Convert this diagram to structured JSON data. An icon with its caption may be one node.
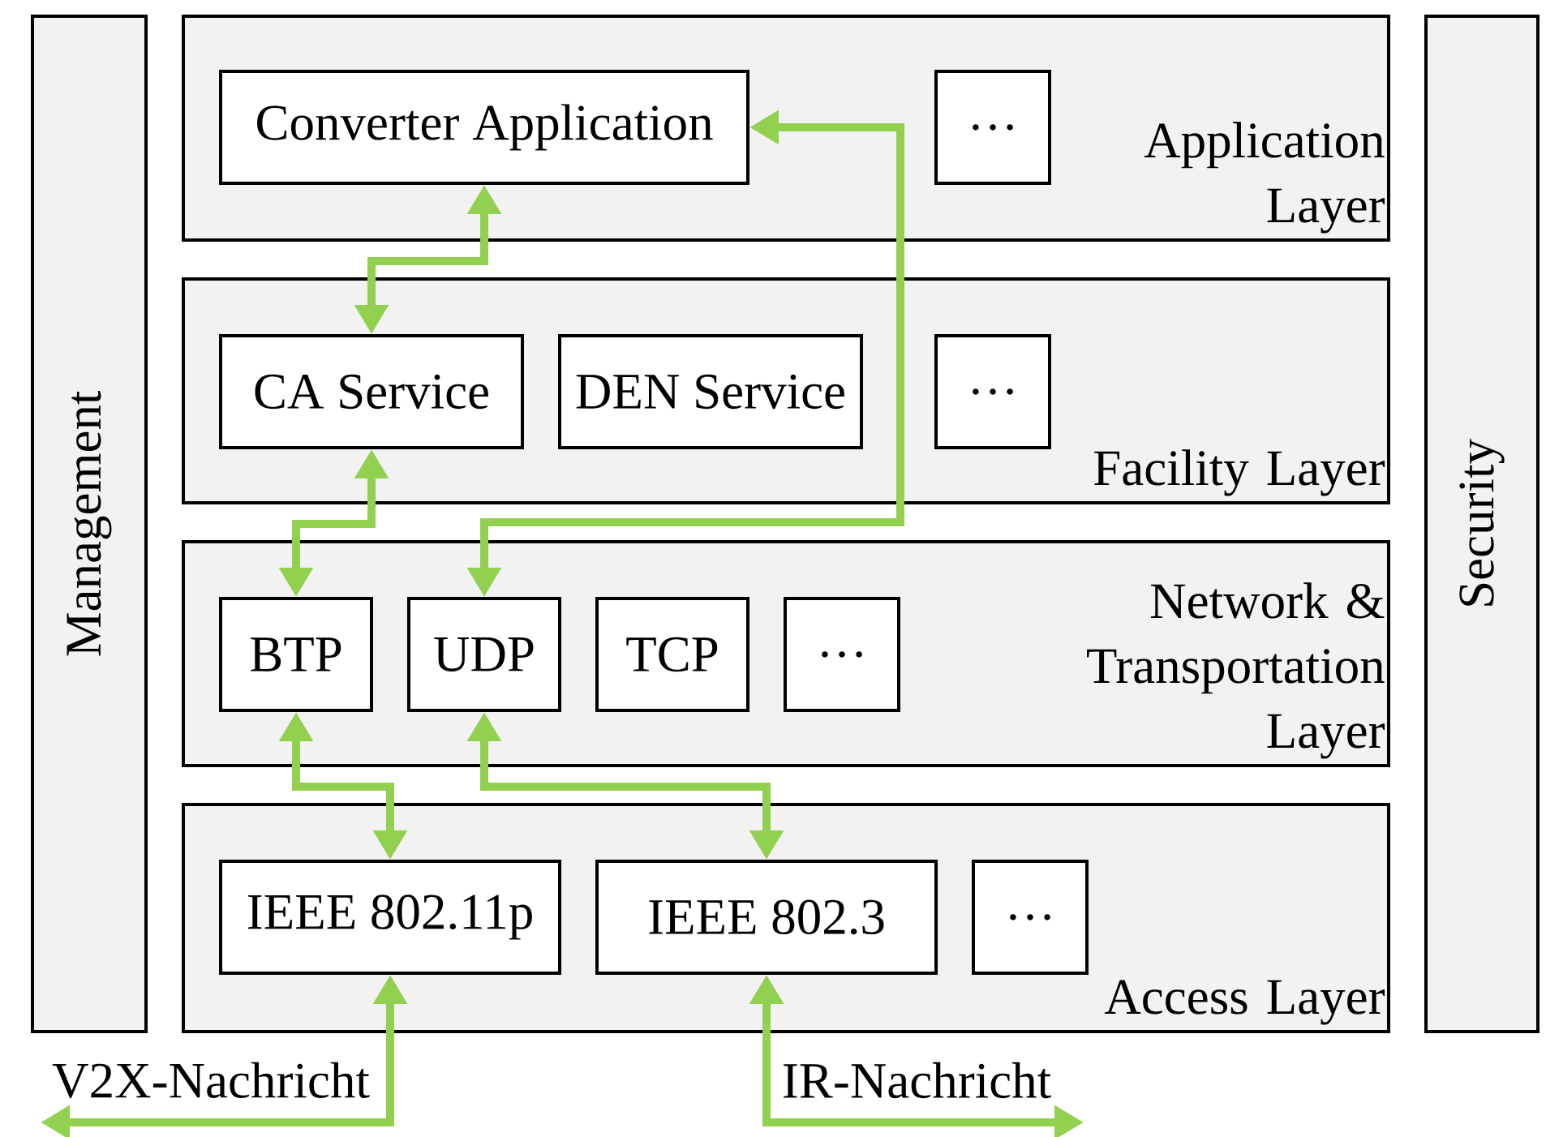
{
  "diagram": {
    "nodes": [
      {
        "text": [
          "Management"
        ]
      },
      {
        "text": [
          "Application Layer"
        ]
      },
      {
        "text": [
          "Converter Application"
        ],
        "in": 1
      },
      {
        "text": [
          "…"
        ],
        "in": 1
      },
      {
        "text": [
          "Facility Layer"
        ]
      },
      {
        "text": [
          "CA Service"
        ],
        "in": 4
      },
      {
        "text": [
          "DEN Service"
        ],
        "in": 4
      },
      {
        "text": [
          "…"
        ],
        "in": 4
      },
      {
        "text": [
          "Network & Transportation Layer"
        ]
      },
      {
        "text": [
          "BTP"
        ],
        "in": 8
      },
      {
        "text": [
          "UDP"
        ],
        "in": 8
      },
      {
        "text": [
          "TCP"
        ],
        "in": 8
      },
      {
        "text": [
          "…"
        ],
        "in": 8
      },
      {
        "text": [
          "Access Layer"
        ]
      },
      {
        "text": [
          "IEEE 802.11p"
        ],
        "in": 13
      },
      {
        "text": [
          "IEEE 802.3"
        ],
        "in": 13
      },
      {
        "text": [
          "…"
        ],
        "in": 13
      },
      {
        "text": [
          "Security"
        ]
      }
    ],
    "edges": [
      {
        "from": 2,
        "to": 5,
        "arrow": "both"
      },
      {
        "from": 5,
        "to": 9,
        "arrow": "both"
      },
      {
        "from": 10,
        "to": 2,
        "arrow": "both"
      },
      {
        "from": 9,
        "to": 14,
        "arrow": "both"
      },
      {
        "from": 10,
        "to": 15,
        "arrow": "both"
      },
      {
        "from": 14,
        "to": null,
        "arrow": "both",
        "label": "V2X-Nachricht"
      },
      {
        "from": 15,
        "to": null,
        "arrow": "both",
        "label": "IR-Nachricht"
      }
    ]
  }
}
